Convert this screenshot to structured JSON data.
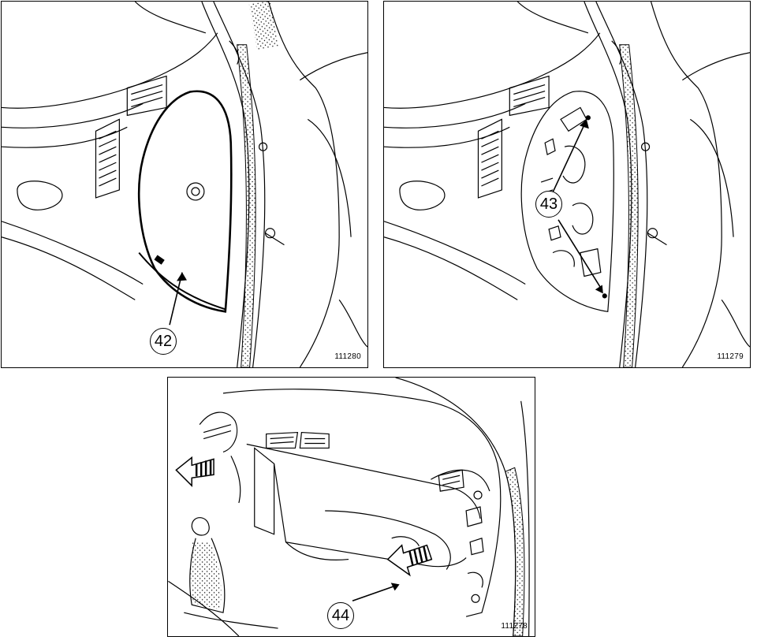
{
  "panels": [
    {
      "figure_number": "111280",
      "callout": "42"
    },
    {
      "figure_number": "111279",
      "callout": "43"
    },
    {
      "figure_number": "111278",
      "callout": "44"
    }
  ],
  "colors": {
    "ink": "#000000",
    "paper": "#ffffff"
  }
}
